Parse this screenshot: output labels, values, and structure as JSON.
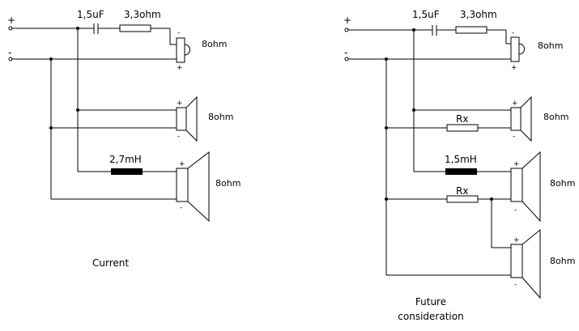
{
  "left": {
    "terminal_plus": "+",
    "terminal_minus": "-",
    "capacitor": "1,5uF",
    "resistor": "3,3ohm",
    "inductor": "2,7mH",
    "tweeter_imp": "8ohm",
    "mid_imp": "8ohm",
    "woofer_imp": "8ohm",
    "caption": "Current"
  },
  "right": {
    "terminal_plus": "+",
    "terminal_minus": "-",
    "capacitor": "1,5uF",
    "resistor": "3,3ohm",
    "mid_rx": "Rx",
    "inductor": "1,5mH",
    "woofer_rx": "Rx",
    "tweeter_imp": "8ohm",
    "mid_imp": "8ohm",
    "woofer1_imp": "8ohm",
    "woofer2_imp": "8ohm",
    "caption_line1": "Future",
    "caption_line2": "consideration"
  },
  "polarity": {
    "plus": "+",
    "minus": "-"
  }
}
